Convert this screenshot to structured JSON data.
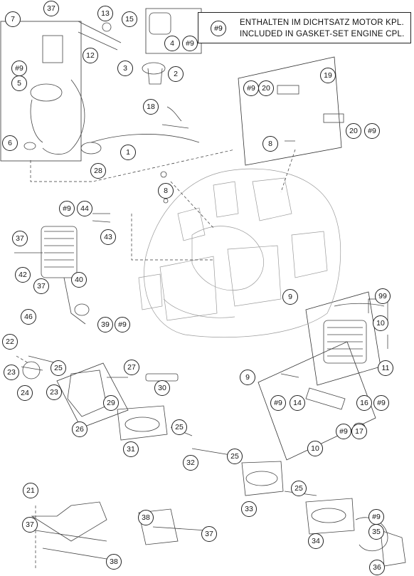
{
  "note": {
    "badge": "#9",
    "line1": "ENTHALTEN IM DICHTSATZ MOTOR KPL.",
    "line2": "INCLUDED IN GASKET-SET ENGINE CPL."
  },
  "callouts": [
    {
      "label": "37"
    },
    {
      "label": "13"
    },
    {
      "label": "15"
    },
    {
      "label": "7"
    },
    {
      "label": "4"
    },
    {
      "label": "#9"
    },
    {
      "label": "12"
    },
    {
      "label": "3"
    },
    {
      "label": "2"
    },
    {
      "label": "#9"
    },
    {
      "label": "5"
    },
    {
      "label": "19"
    },
    {
      "label": "#9"
    },
    {
      "label": "20"
    },
    {
      "label": "18"
    },
    {
      "label": "20"
    },
    {
      "label": "#9"
    },
    {
      "label": "6"
    },
    {
      "label": "1"
    },
    {
      "label": "8"
    },
    {
      "label": "28"
    },
    {
      "label": "8"
    },
    {
      "label": "#9"
    },
    {
      "label": "44"
    },
    {
      "label": "37"
    },
    {
      "label": "43"
    },
    {
      "label": "42"
    },
    {
      "label": "40"
    },
    {
      "label": "37"
    },
    {
      "label": "9"
    },
    {
      "label": "99"
    },
    {
      "label": "46"
    },
    {
      "label": "39"
    },
    {
      "label": "#9"
    },
    {
      "label": "10"
    },
    {
      "label": "22"
    },
    {
      "label": "23"
    },
    {
      "label": "25"
    },
    {
      "label": "27"
    },
    {
      "label": "11"
    },
    {
      "label": "9"
    },
    {
      "label": "23"
    },
    {
      "label": "24"
    },
    {
      "label": "30"
    },
    {
      "label": "29"
    },
    {
      "label": "#9"
    },
    {
      "label": "14"
    },
    {
      "label": "16"
    },
    {
      "label": "#9"
    },
    {
      "label": "26"
    },
    {
      "label": "25"
    },
    {
      "label": "#9"
    },
    {
      "label": "17"
    },
    {
      "label": "31"
    },
    {
      "label": "10"
    },
    {
      "label": "25"
    },
    {
      "label": "32"
    },
    {
      "label": "25"
    },
    {
      "label": "21"
    },
    {
      "label": "33"
    },
    {
      "label": "#9"
    },
    {
      "label": "38"
    },
    {
      "label": "37"
    },
    {
      "label": "35"
    },
    {
      "label": "34"
    },
    {
      "label": "37"
    },
    {
      "label": "38"
    },
    {
      "label": "36"
    }
  ]
}
